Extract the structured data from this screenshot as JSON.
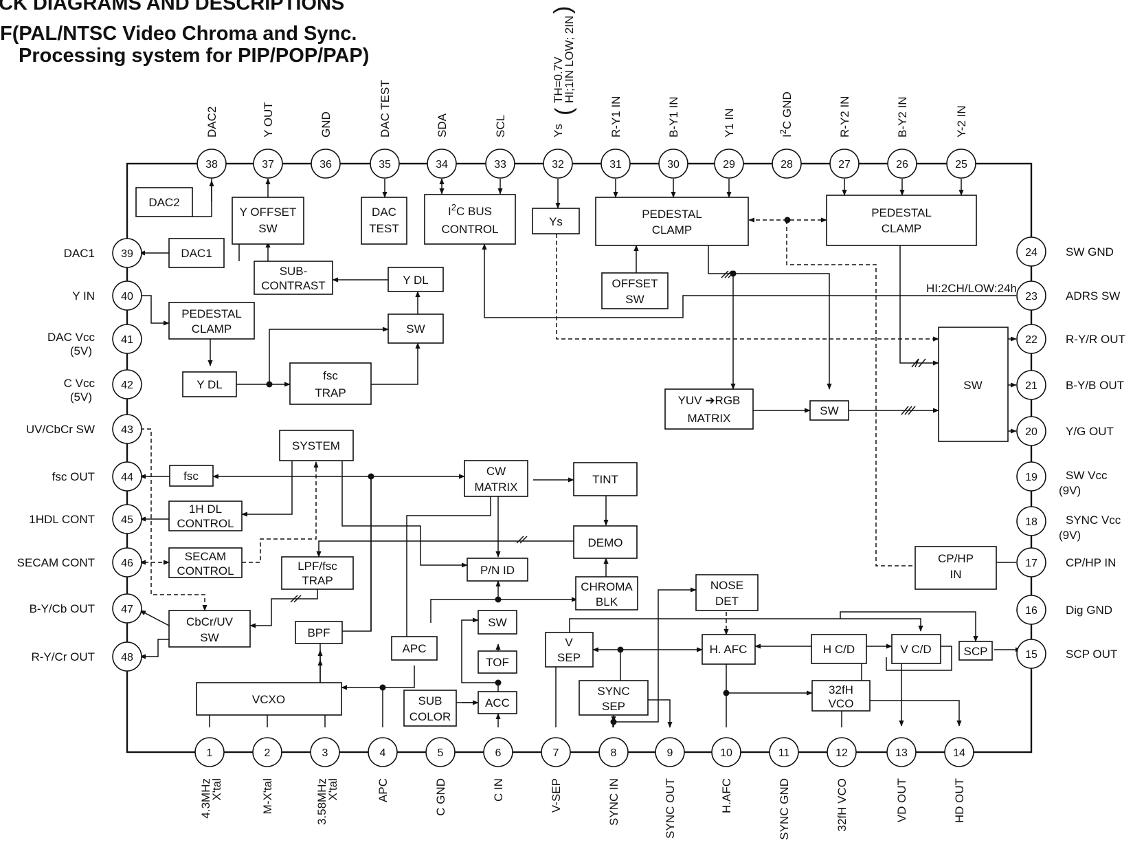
{
  "title": {
    "line1": "CK DIAGRAMS AND DESCRIPTIONS",
    "line2": "F(PAL/NTSC Video Chroma and Sync.",
    "line3": "Processing system for PIP/POP/PAP)"
  },
  "ys_note": {
    "line1": "TH=0.7V",
    "line2": "HI;1IN LOW; 2IN"
  },
  "pins": {
    "p1": "1",
    "p2": "2",
    "p3": "3",
    "p4": "4",
    "p5": "5",
    "p6": "6",
    "p7": "7",
    "p8": "8",
    "p9": "9",
    "p10": "10",
    "p11": "11",
    "p12": "12",
    "p13": "13",
    "p14": "14",
    "p15": "15",
    "p16": "16",
    "p17": "17",
    "p18": "18",
    "p19": "19",
    "p20": "20",
    "p21": "21",
    "p22": "22",
    "p23": "23",
    "p24": "24",
    "p25": "25",
    "p26": "26",
    "p27": "27",
    "p28": "28",
    "p29": "29",
    "p30": "30",
    "p31": "31",
    "p32": "32",
    "p33": "33",
    "p34": "34",
    "p35": "35",
    "p36": "36",
    "p37": "37",
    "p38": "38",
    "p39": "39",
    "p40": "40",
    "p41": "41",
    "p42": "42",
    "p43": "43",
    "p44": "44",
    "p45": "45",
    "p46": "46",
    "p47": "47",
    "p48": "48"
  },
  "pin_labels": {
    "p1a": "4.3MHz",
    "p1b": "X'tal",
    "p2": "M-X'tal",
    "p3a": "3.58MHz",
    "p3b": "X'tal",
    "p4": "APC",
    "p5": "C GND",
    "p6": "C IN",
    "p7": "V-SEP",
    "p8": "SYNC IN",
    "p9": "SYNC OUT",
    "p10": "H.AFC",
    "p11": "SYNC GND",
    "p12": "32fH VCO",
    "p13": "VD OUT",
    "p14": "HD OUT",
    "p15": "SCP OUT",
    "p16": "Dig GND",
    "p17": "CP/HP IN",
    "p18a": "SYNC Vcc",
    "p18b": "(9V)",
    "p19a": "SW Vcc",
    "p19b": "(9V)",
    "p20": "Y/G OUT",
    "p21": "B-Y/B OUT",
    "p22": "R-Y/R OUT",
    "p23": "ADRS SW",
    "p24": "SW GND",
    "p25": "Y-2 IN",
    "p26": "B-Y2 IN",
    "p27": "R-Y2 IN",
    "p28_sup": "2",
    "p28_pre": "I",
    "p28_post": "C GND",
    "p29": "Y1 IN",
    "p30": "B-Y1 IN",
    "p31": "R-Y1 IN",
    "p32": "Ys",
    "p33": "SCL",
    "p34": "SDA",
    "p35": "DAC TEST",
    "p36": "GND",
    "p37": "Y OUT",
    "p38": "DAC2",
    "p39": "DAC1",
    "p40": "Y IN",
    "p41a": "DAC Vcc",
    "p41b": "(5V)",
    "p42a": "C Vcc",
    "p42b": "(5V)",
    "p43": "UV/CbCr SW",
    "p44": "fsc OUT",
    "p45": "1HDL CONT",
    "p46": "SECAM CONT",
    "p47": "B-Y/Cb OUT",
    "p48": "R-Y/Cr OUT"
  },
  "blocks": {
    "dac2": "DAC2",
    "y_offset_sw": [
      "Y OFFSET",
      "SW"
    ],
    "dac_test": [
      "DAC",
      "TEST"
    ],
    "i2c_bus": {
      "pre": "I",
      "sup": "2",
      "post": "C BUS",
      "line2": "CONTROL"
    },
    "ys": "Ys",
    "ped_clamp1": [
      "PEDESTAL",
      "CLAMP"
    ],
    "ped_clamp2": [
      "PEDESTAL",
      "CLAMP"
    ],
    "dac1": "DAC1",
    "sub_contrast": [
      "SUB-",
      "CONTRAST"
    ],
    "y_dl_top": "Y DL",
    "offset_sw": [
      "OFFSET",
      "SW"
    ],
    "ped_clamp3": [
      "PEDESTAL",
      "CLAMP"
    ],
    "sw_mid": "SW",
    "y_dl_bot": "Y DL",
    "fsc_trap": [
      "fsc",
      "TRAP"
    ],
    "yuv_rgb": [
      "YUV",
      "RGB",
      "MATRIX"
    ],
    "sw_small": "SW",
    "sw_big": "SW",
    "system": "SYSTEM",
    "fsc": "fsc",
    "cw_matrix": [
      "CW",
      "MATRIX"
    ],
    "tint": "TINT",
    "hdl_control": [
      "1H DL",
      "CONTROL"
    ],
    "demo": "DEMO",
    "secam_control": [
      "SECAM",
      "CONTROL"
    ],
    "lpf_fsc_trap": [
      "LPF/fsc",
      "TRAP"
    ],
    "pn_id": "P/N ID",
    "chroma_blk": [
      "CHROMA",
      "BLK"
    ],
    "cp_hp_in": [
      "CP/HP",
      "IN"
    ],
    "nose_det": [
      "NOSE",
      "DET"
    ],
    "cbcr_uv_sw": [
      "CbCr/UV",
      "SW"
    ],
    "bpf": "BPF",
    "sw_chroma": "SW",
    "apc": "APC",
    "tof": "TOF",
    "v_sep": [
      "V",
      "SEP"
    ],
    "h_afc": "H. AFC",
    "h_cd": "H C/D",
    "v_cd": "V C/D",
    "scp": "SCP",
    "vcxo": "VCXO",
    "sub_color": [
      "SUB",
      "COLOR"
    ],
    "acc": "ACC",
    "sync_sep": [
      "SYNC",
      "SEP"
    ],
    "vco_32fh": [
      "32fH",
      "VCO"
    ]
  },
  "annotations": {
    "adrs_note": "HI:2CH/LOW:24h"
  }
}
